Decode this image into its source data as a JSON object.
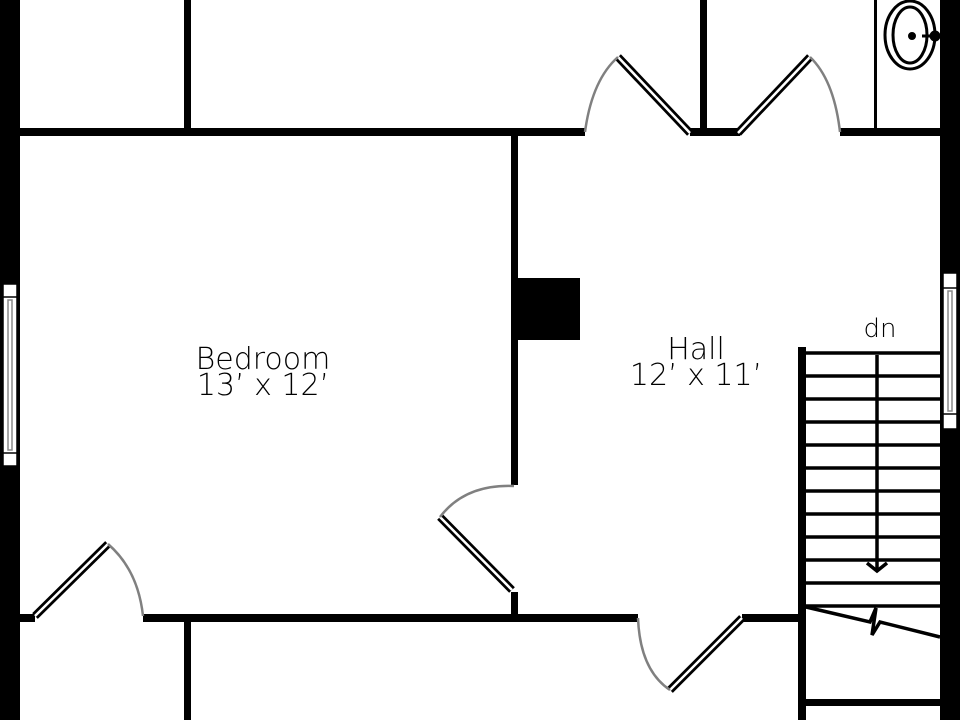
{
  "rooms": [
    {
      "name": "Bedroom",
      "dimensions": "13’ x 12’"
    },
    {
      "name": "Hall",
      "dimensions": "12’ x 11’"
    }
  ],
  "stairs": {
    "direction_label": "dn"
  },
  "colors": {
    "wall": "#000000",
    "door_swing": "#808080",
    "background": "#ffffff"
  }
}
